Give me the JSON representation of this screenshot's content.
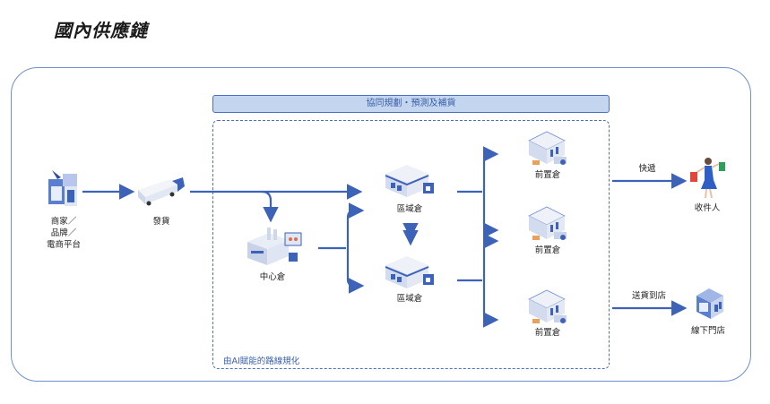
{
  "title": "國內供應鏈",
  "banner": "協同規劃・預測及補貨",
  "ai_label": "由AI賦能的路線規化",
  "nodes": {
    "merchant": {
      "line1": "商家／",
      "line2": "品牌／",
      "line3": "電商平台",
      "icon": "storefront-icon"
    },
    "ship": {
      "label": "發貨",
      "icon": "truck-icon"
    },
    "central": {
      "label": "中心倉",
      "icon": "factory-warehouse-icon"
    },
    "regional_1": {
      "label": "區域倉",
      "icon": "warehouse-icon"
    },
    "regional_2": {
      "label": "區域倉",
      "icon": "warehouse-icon"
    },
    "front_1": {
      "label": "前置倉",
      "icon": "front-warehouse-icon"
    },
    "front_2": {
      "label": "前置倉",
      "icon": "front-warehouse-icon"
    },
    "front_3": {
      "label": "前置倉",
      "icon": "front-warehouse-icon"
    },
    "recipient": {
      "label": "收件人",
      "icon": "shopper-icon"
    },
    "store": {
      "label": "線下門店",
      "icon": "store-icon"
    }
  },
  "edges": {
    "express": "快遞",
    "to_store": "送貨到店"
  },
  "colors": {
    "line": "#3d63b8",
    "banner_fill": "#c3d5ef",
    "border": "#6f8fcf"
  }
}
